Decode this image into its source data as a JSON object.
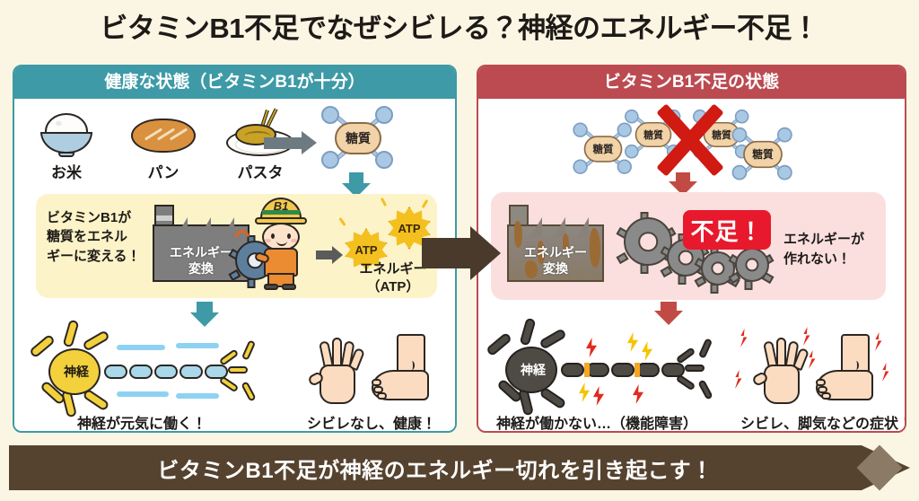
{
  "title": "ビタミンB1不足でなぜシビレる？神経のエネルギー不足！",
  "colors": {
    "background": "#fbf6e3",
    "healthy_accent": "#3d9aa6",
    "deficient_accent": "#bb4b51",
    "alert_red": "#e8192c",
    "banner_brown": "#55432f",
    "yellow_box": "#fcf3c8",
    "pink_box": "#fbdfdf"
  },
  "left_panel": {
    "header": "健康な状態（ビタミンB1が十分）",
    "foods": [
      {
        "name": "お米",
        "icon": "rice-bowl-icon"
      },
      {
        "name": "パン",
        "icon": "bread-icon"
      },
      {
        "name": "パスタ",
        "icon": "pasta-icon"
      }
    ],
    "food_arrow_icon": "arrow-right-icon",
    "molecule_label": "糖質",
    "flow_arrow_1_icon": "arrow-down-icon",
    "conversion": {
      "note": "ビタミンB1が\n糖質をエネル\nギーに変える！",
      "note_lines": [
        "ビタミンB1が",
        "糖質をエネル",
        "ギーに変える！"
      ],
      "factory_label": "エネルギー\n変換",
      "factory_label_lines": [
        "エネルギー",
        "変換"
      ],
      "worker_helmet_label": "B1",
      "worker_icon": "worker-b1-icon",
      "gear_icon": "gear-icon",
      "arrow_icon": "arrow-right-icon",
      "energy_tokens": [
        "ATP",
        "ATP"
      ],
      "energy_caption_lines": [
        "エネルギー",
        "（ATP）"
      ]
    },
    "flow_arrow_2_icon": "arrow-down-icon",
    "nerve": {
      "label": "神経",
      "icon": "neuron-healthy-icon",
      "flow_icon": "signal-flow-arrow-icon",
      "caption": "神経が元気に働く！"
    },
    "symptom": {
      "hand_icon": "hand-icon",
      "foot_icon": "foot-icon",
      "caption": "シビレなし、健康！"
    }
  },
  "right_panel": {
    "header": "ビタミンB1不足の状態",
    "blocked_molecules": [
      "糖質",
      "糖質",
      "糖質",
      "糖質"
    ],
    "block_icon": "red-cross-icon",
    "flow_arrow_1_icon": "arrow-down-icon",
    "conversion": {
      "factory_label_lines": [
        "エネルギー",
        "変換"
      ],
      "factory_icon": "factory-rusty-icon",
      "gear_icon": "gear-broken-icon",
      "badge": "不足！",
      "note_lines": [
        "エネルギーが",
        "作れない！"
      ]
    },
    "flow_arrow_2_icon": "arrow-down-icon",
    "nerve": {
      "label": "神経",
      "icon": "neuron-damaged-icon",
      "bolt_icon": "lightning-bolt-icon",
      "caption": "神経が働かない…（機能障害）"
    },
    "symptom": {
      "hand_icon": "hand-icon",
      "foot_icon": "foot-icon",
      "tingle_icon": "tingle-zigzag-icon",
      "caption": "シビレ、脚気などの症状！"
    }
  },
  "connector_arrow_icon": "arrow-right-large-icon",
  "banner": {
    "text": "ビタミンB1不足が神経のエネルギー切れを引き起こす！",
    "tip_icon": "diamond-icon"
  }
}
